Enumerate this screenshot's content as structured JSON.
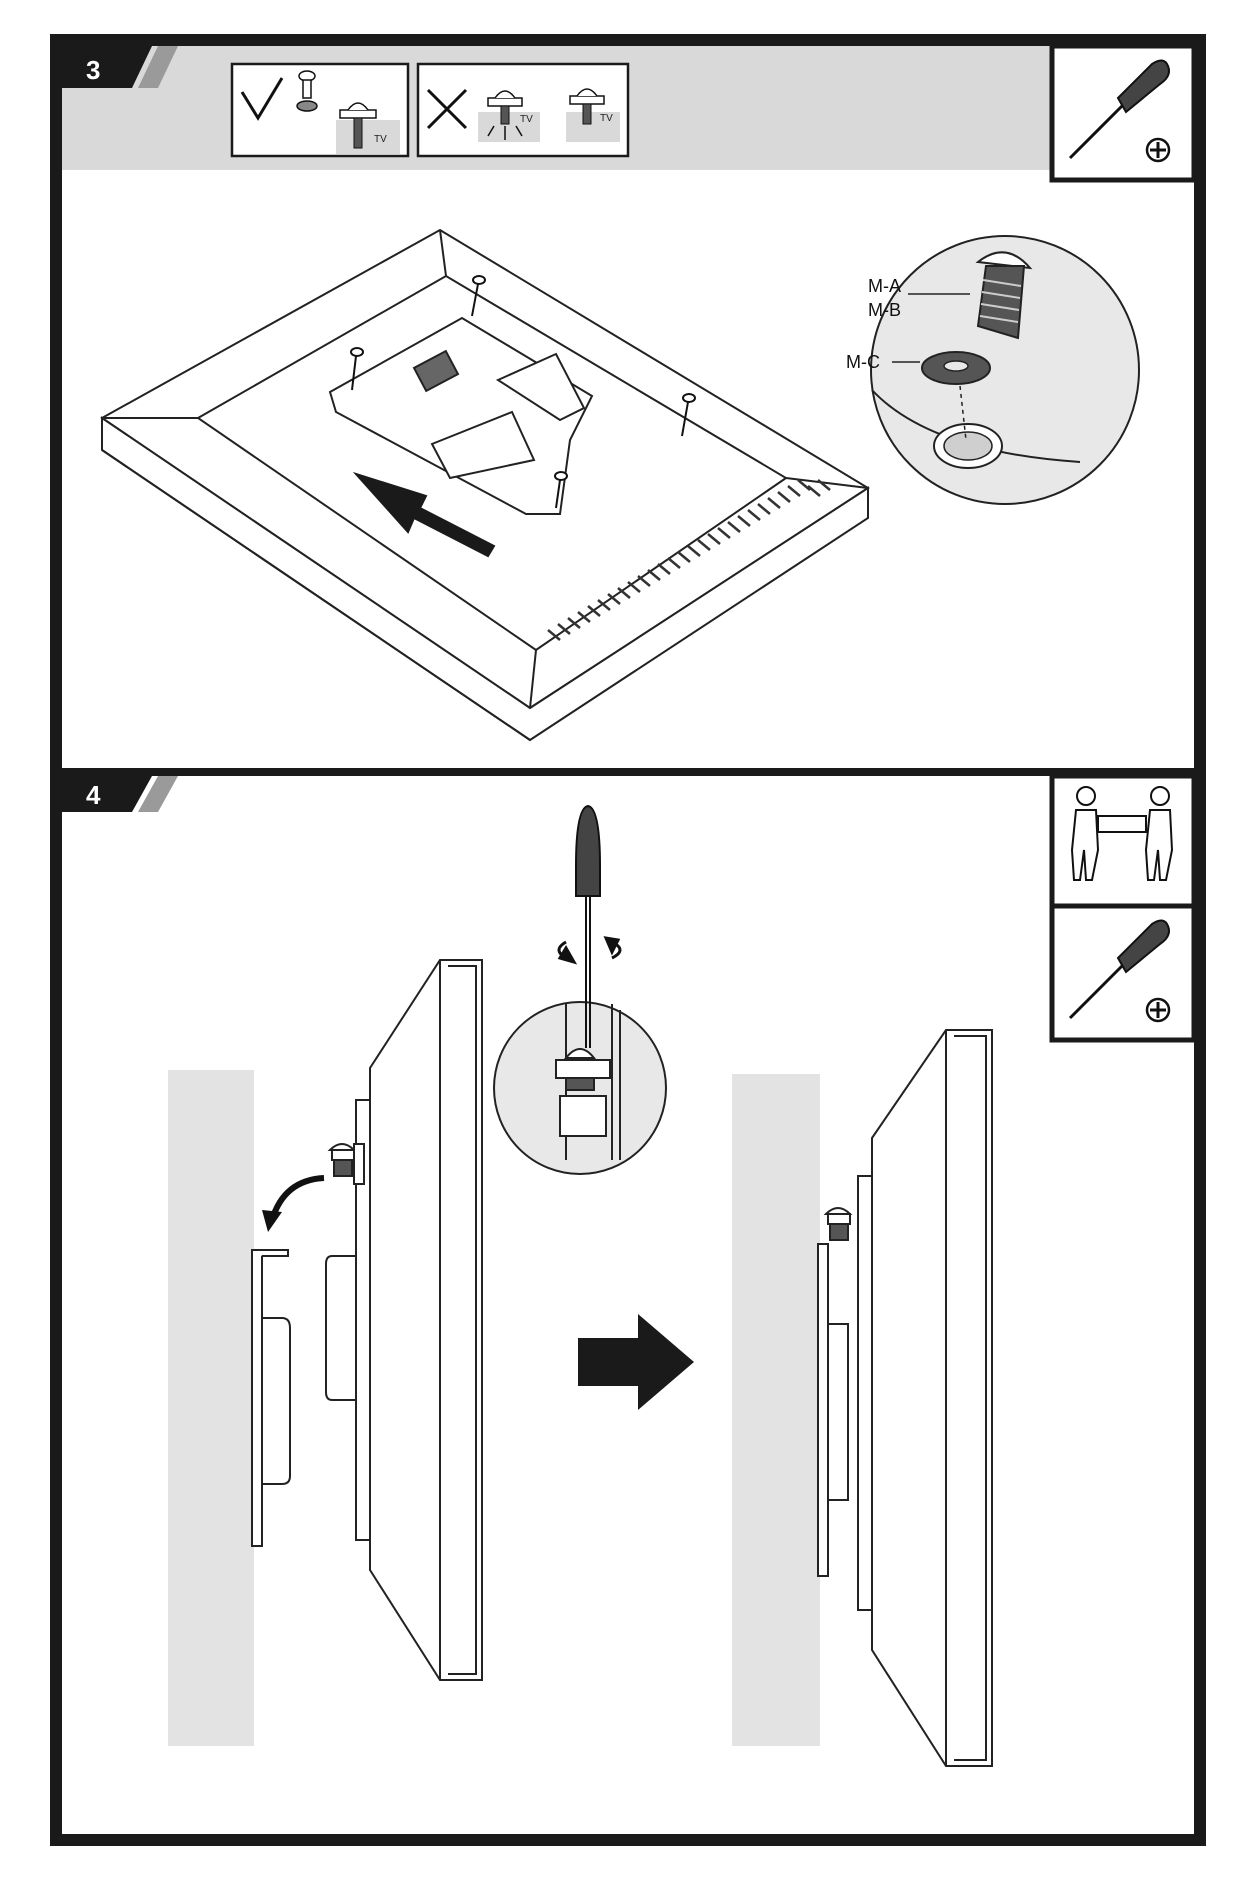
{
  "steps": [
    {
      "number": "3"
    },
    {
      "number": "4"
    }
  ],
  "step3": {
    "tool_icons": [
      "screwdriver-icon"
    ],
    "correct_label_icon": "check-icon",
    "wrong_label_icon": "cross-icon",
    "tv_label": "TV",
    "callouts": [
      "M-A",
      "M-B",
      "M-C"
    ],
    "arrow_icon": "direction-arrow-icon"
  },
  "step4": {
    "tool_icons": [
      "two-person-lift-icon",
      "screwdriver-icon"
    ],
    "rotate_icon": "rotate-arrow-icon",
    "transition_icon": "right-arrow-icon"
  },
  "colors": {
    "frame": "#1a1a1a",
    "header_band": "#d9d9d9",
    "wall": "#e3e3e3",
    "line": "#222222",
    "zoom_fill": "#e8e8e8"
  }
}
